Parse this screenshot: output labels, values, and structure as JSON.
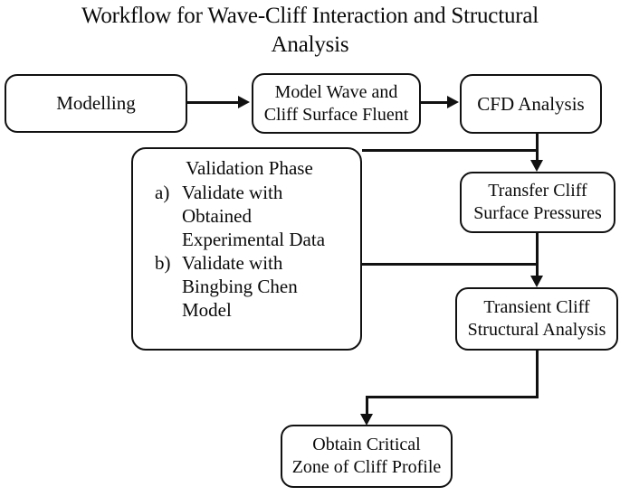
{
  "figure": {
    "title": "Workflow for Wave-Cliff Interaction and Structural Analysis",
    "title_line_1": "Workflow for Wave-Cliff Interaction and Structural",
    "title_line_2": "Analysis",
    "type": "flowchart",
    "stroke_color": "#111111",
    "text_color": "#0a0a0a",
    "background_color": "#ffffff"
  },
  "nodes": {
    "modelling": {
      "label": "Modelling"
    },
    "model_wave": {
      "label": "Model Wave and Cliff Surface Fluent",
      "line_1": "Model Wave and",
      "line_2": "Cliff Surface Fluent"
    },
    "cfd": {
      "label": "CFD Analysis"
    },
    "validation": {
      "heading": "Validation Phase",
      "items": [
        {
          "marker": "a)",
          "text": "Validate with Obtained Experimental Data"
        },
        {
          "marker": "b)",
          "text": "Validate with Bingbing Chen Model"
        }
      ]
    },
    "transfer": {
      "label": "Transfer Cliff Surface Pressures",
      "line_1": "Transfer Cliff",
      "line_2": "Surface Pressures"
    },
    "transient": {
      "label": "Transient Cliff Structural Analysis",
      "line_1": "Transient Cliff",
      "line_2": "Structural Analysis"
    },
    "obtain": {
      "label": "Obtain Critical Zone of Cliff Profile",
      "line_1": "Obtain Critical",
      "line_2": "Zone of Cliff Profile"
    }
  },
  "edges": [
    {
      "from": "modelling",
      "to": "model_wave",
      "style": "arrow-right"
    },
    {
      "from": "model_wave",
      "to": "cfd",
      "style": "arrow-right"
    },
    {
      "from": "cfd",
      "to": "transfer",
      "style": "arrow-down"
    },
    {
      "from": "validation",
      "to": "transfer",
      "style": "line-right"
    },
    {
      "from": "transfer",
      "to": "transient",
      "style": "arrow-down"
    },
    {
      "from": "validation",
      "to": "transient",
      "style": "line-right"
    },
    {
      "from": "transient",
      "to": "obtain",
      "style": "elbow-arrow-down"
    }
  ]
}
